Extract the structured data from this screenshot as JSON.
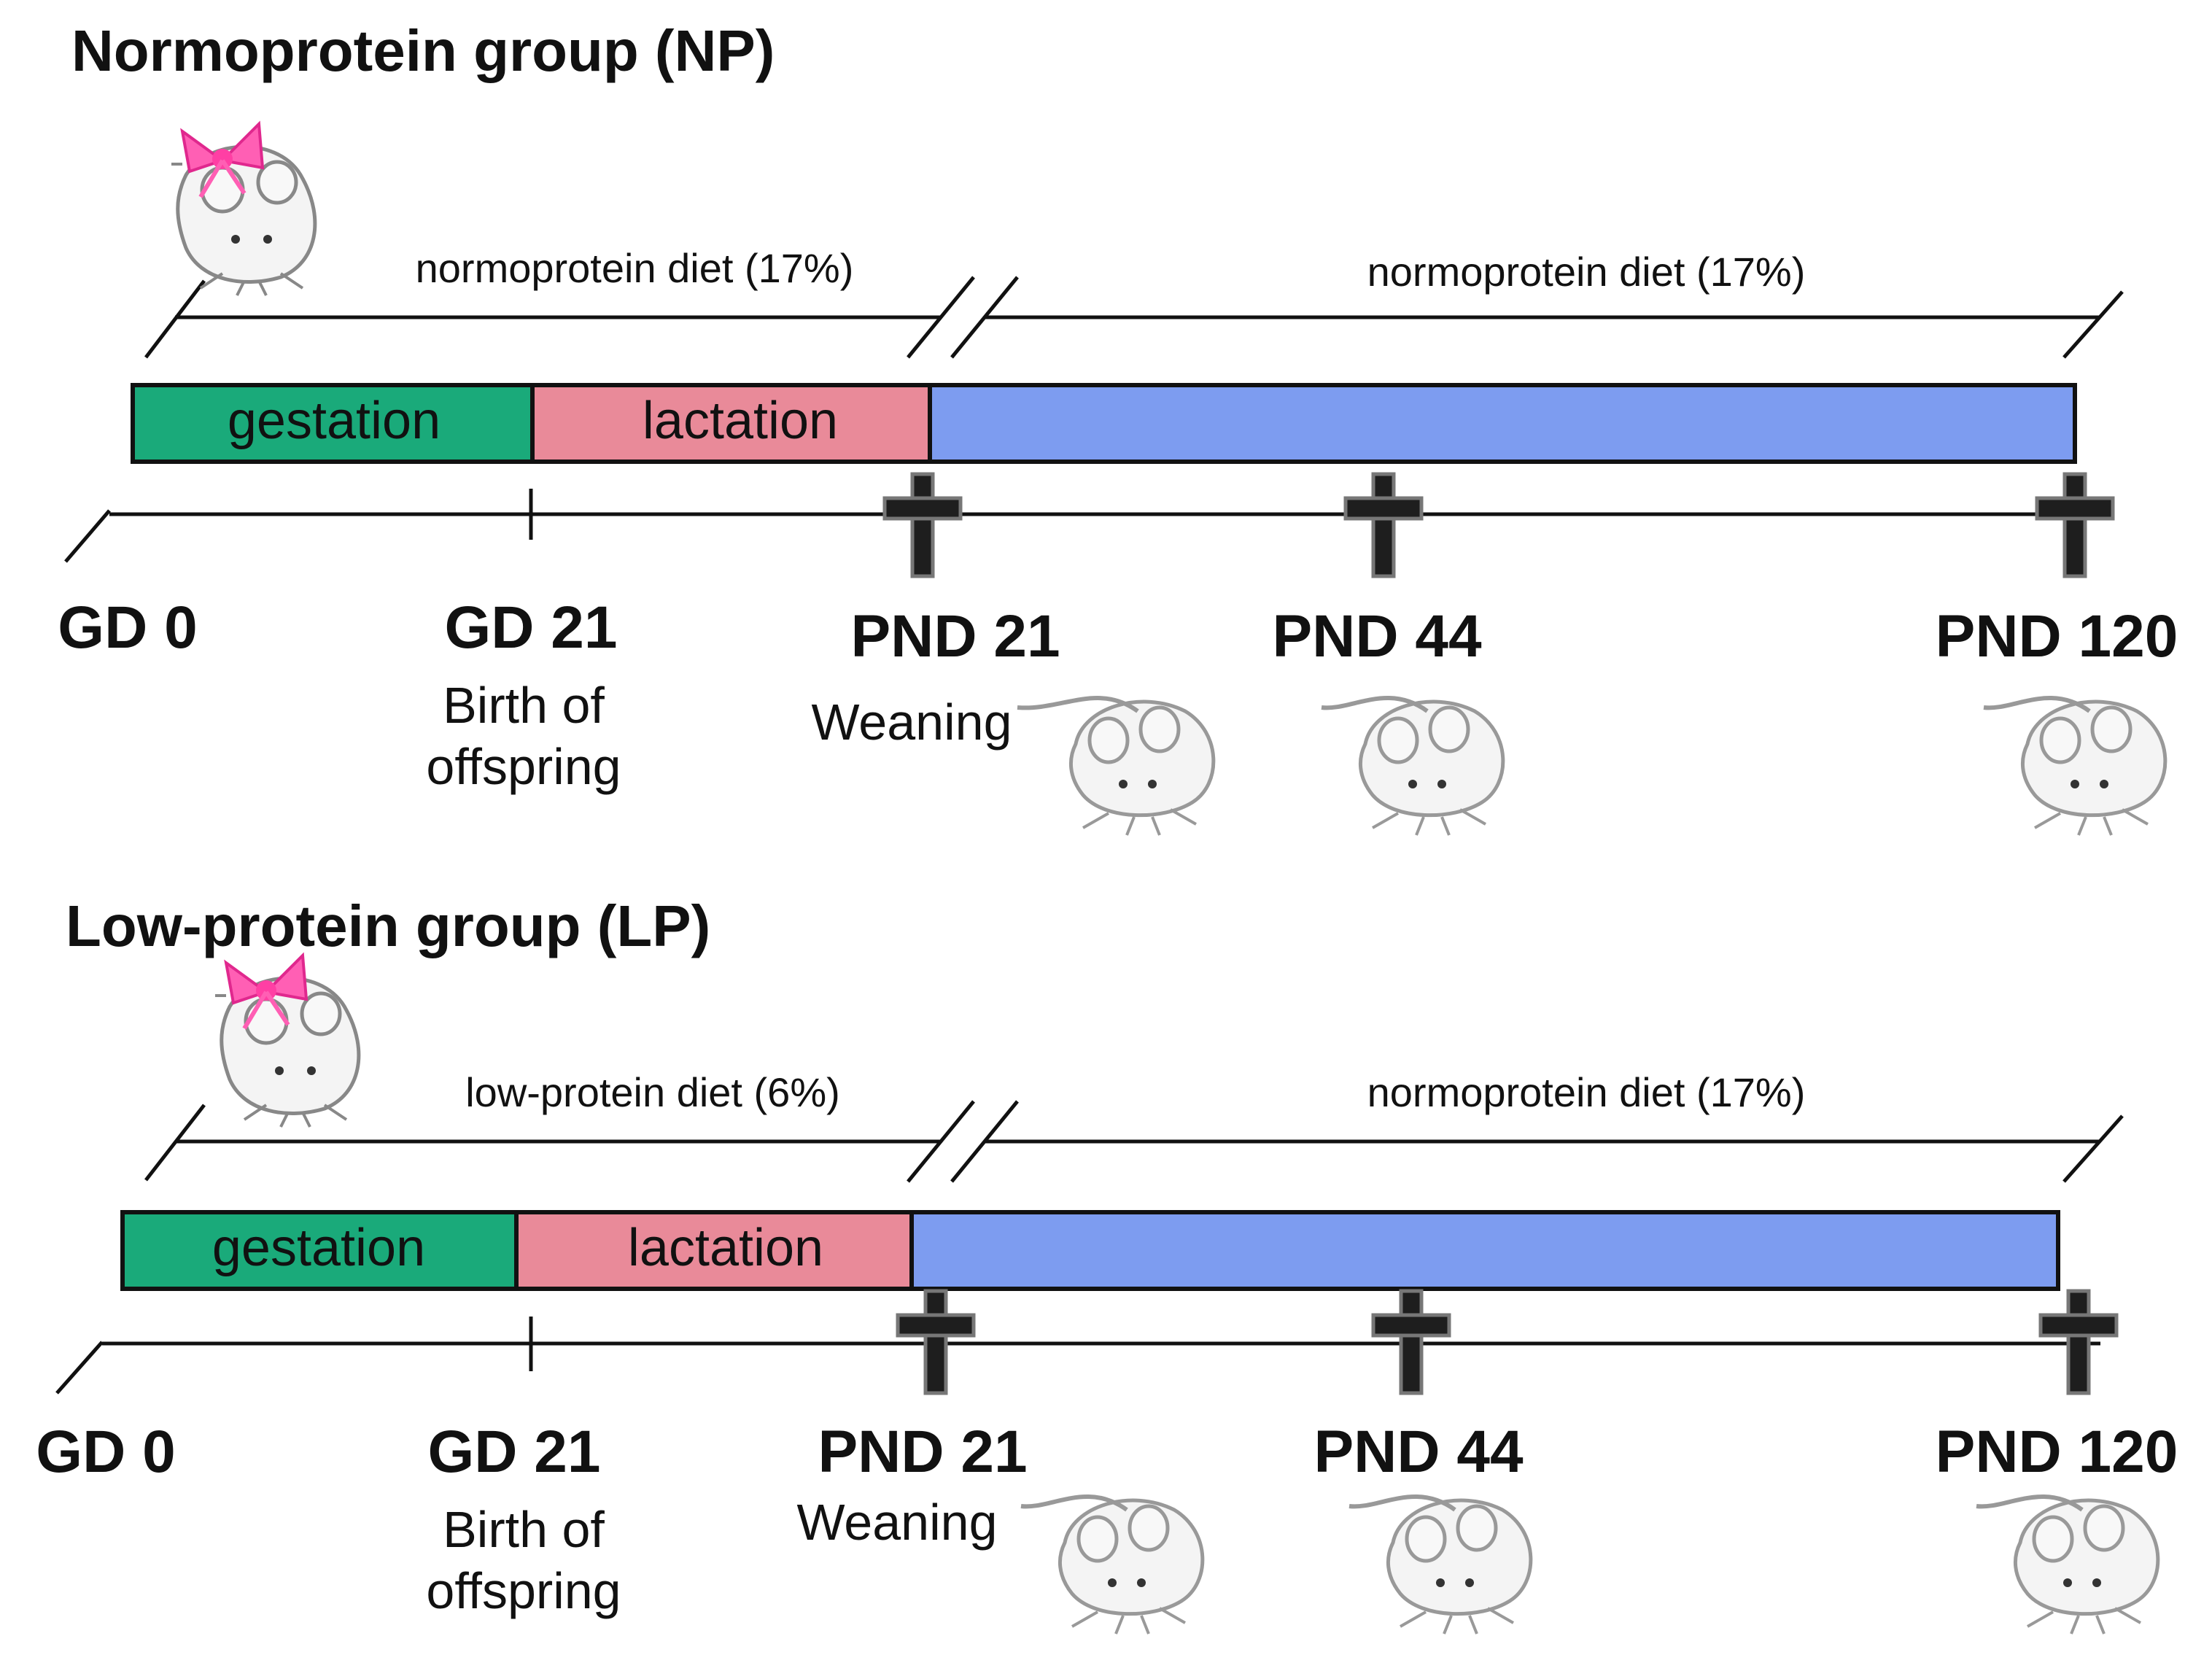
{
  "groups": [
    {
      "title": "Normoprotein group (NP)",
      "diet_pre": "normoprotein diet (17%)",
      "diet_post": "normoprotein diet (17%)",
      "phases": {
        "gestation": "gestation",
        "lactation": "lactation"
      },
      "timepoints": [
        {
          "label": "GD 0"
        },
        {
          "label": "GD 21",
          "sub1": "Birth of",
          "sub2": "offspring"
        },
        {
          "label": "PND 21",
          "sub1": "Weaning"
        },
        {
          "label": "PND 44"
        },
        {
          "label": "PND 120"
        }
      ]
    },
    {
      "title": "Low-protein group (LP)",
      "diet_pre": "low-protein diet (6%)",
      "diet_post": "normoprotein diet (17%)",
      "phases": {
        "gestation": "gestation",
        "lactation": "lactation"
      },
      "timepoints": [
        {
          "label": "GD 0"
        },
        {
          "label": "GD 21",
          "sub1": "Birth of",
          "sub2": "offspring"
        },
        {
          "label": "PND 21",
          "sub1": "Weaning"
        },
        {
          "label": "PND 44"
        },
        {
          "label": "PND 120"
        }
      ]
    }
  ],
  "colors": {
    "gestation": "#1aaa7a",
    "lactation": "#e98a99",
    "post_weaning": "#7d9cf0",
    "cross": "#1e1e1e",
    "bow": "#ff5fb4"
  },
  "icons": [
    "female-mouse-icon",
    "mouse-icon",
    "cross-icon"
  ]
}
